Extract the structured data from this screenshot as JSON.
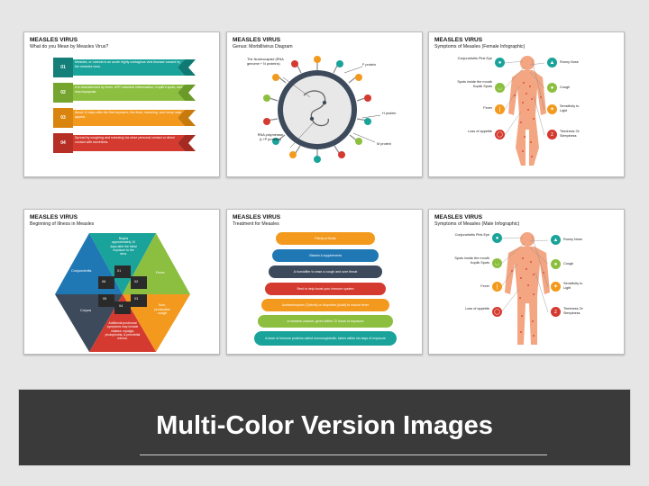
{
  "slide1": {
    "title": "MEASLES VIRUS",
    "subtitle": "What do you Mean by Measles Virus?",
    "items": [
      {
        "num": "01",
        "text": "Measles, or rubeola is an acute highly contagious viral disease caused by the measles virus.",
        "color": "#1aa39a"
      },
      {
        "num": "02",
        "text": "It is characterized by fever, URT catarrhal inflammation, Koplik's spots, and maculopapular.",
        "color": "#8cbf3f"
      },
      {
        "num": "03",
        "text": "About 11 days after the first exposure, the fever, sneezing, and runny nose appear.",
        "color": "#f39a1e"
      },
      {
        "num": "04",
        "text": "Spread by coughing and sneezing via close personal contact or direct contact with secretions.",
        "color": "#d43a2f"
      }
    ]
  },
  "slide2": {
    "title": "MEASLES VIRUS",
    "subtitle": "Genus: Morbillivirus Diagram",
    "labels": {
      "nucleocapsid": "The Nucleocapsid (RNA genome + N proteins)",
      "f_protein": "F protein",
      "h_protein": "H protein",
      "m_protein": "M protein",
      "rna_polymerase": "RNA polymerase (L+P proteins)"
    }
  },
  "slide3": {
    "title": "MEASLES VIRUS",
    "subtitle": "Symptoms of Measles (Female Infographic)",
    "left": [
      {
        "label": "Conjunctivitis Pink Eye",
        "icon": "eye-icon",
        "color": "#1aa39a"
      },
      {
        "label": "Spots inside the mouth Koplik Spots",
        "icon": "mouth-icon",
        "color": "#8cbf3f"
      },
      {
        "label": "Fever",
        "icon": "thermometer-icon",
        "color": "#f39a1e"
      },
      {
        "label": "Loss of appetite",
        "icon": "plate-icon",
        "color": "#d43a2f"
      }
    ],
    "right": [
      {
        "label": "Runny Nose",
        "icon": "nose-icon",
        "color": "#1aa39a"
      },
      {
        "label": "Cough",
        "icon": "cough-icon",
        "color": "#8cbf3f"
      },
      {
        "label": "Sensitivity to Light",
        "icon": "lightbulb-icon",
        "color": "#f39a1e"
      },
      {
        "label": "Tiredness Or Sleepiness",
        "icon": "sleep-icon",
        "color": "#d43a2f"
      }
    ]
  },
  "slide4": {
    "title": "MEASLES VIRUS",
    "subtitle": "Beginning of Illness in Measles",
    "segments": [
      {
        "num": "01",
        "text": "Begins approximately 10 days after the initial exposure to the virus.",
        "color": "#1aa39a"
      },
      {
        "num": "02",
        "text": "Fever",
        "color": "#8cbf3f"
      },
      {
        "num": "03",
        "text": "Non-productive cough",
        "color": "#f39a1e"
      },
      {
        "num": "04",
        "text": "Additional prodromal symptoms may include malaise, myalgia, photophobia, & periorbital edema.",
        "color": "#d43a2f"
      },
      {
        "num": "05",
        "text": "Coryza",
        "color": "#3d4a5c"
      },
      {
        "num": "06",
        "text": "Conjunctivitis",
        "color": "#1f78b4"
      }
    ]
  },
  "slide5": {
    "title": "MEASLES VIRUS",
    "subtitle": "Treatment for Measles",
    "steps": [
      {
        "text": "Plenty of fluids",
        "color": "#f39a1e"
      },
      {
        "text": "Vitamin A supplements",
        "color": "#1f78b4"
      },
      {
        "text": "A humidifier to ease a cough and sore throat",
        "color": "#3d4a5c"
      },
      {
        "text": "Rest to help boost your immune system",
        "color": "#d43a2f"
      },
      {
        "text": "Acetaminophen (Tylenol) or Ibuprofen (Advil) to reduce fever",
        "color": "#f39a1e"
      },
      {
        "text": "A measles vaccine, given within 72 hours of exposure",
        "color": "#8cbf3f"
      },
      {
        "text": "A dose of immune proteins called immunoglobulin, taken within six days of exposure",
        "color": "#1aa39a"
      }
    ]
  },
  "slide6": {
    "title": "MEASLES VIRUS",
    "subtitle": "Symptoms of Measles (Male Infographic)",
    "left": [
      {
        "label": "Conjunctivitis Pink Eye",
        "icon": "eye-icon",
        "color": "#1aa39a"
      },
      {
        "label": "Spots inside the mouth Koplik Spots",
        "icon": "mouth-icon",
        "color": "#8cbf3f"
      },
      {
        "label": "Fever",
        "icon": "thermometer-icon",
        "color": "#f39a1e"
      },
      {
        "label": "Loss of appetite",
        "icon": "plate-icon",
        "color": "#d43a2f"
      }
    ],
    "right": [
      {
        "label": "Runny Nose",
        "icon": "nose-icon",
        "color": "#1aa39a"
      },
      {
        "label": "Cough",
        "icon": "cough-icon",
        "color": "#8cbf3f"
      },
      {
        "label": "Sensitivity to Light",
        "icon": "lightbulb-icon",
        "color": "#f39a1e"
      },
      {
        "label": "Tiredness Or Sleepiness",
        "icon": "sleep-icon",
        "color": "#d43a2f"
      }
    ]
  },
  "banner": {
    "title": "Multi-Color Version Images"
  }
}
